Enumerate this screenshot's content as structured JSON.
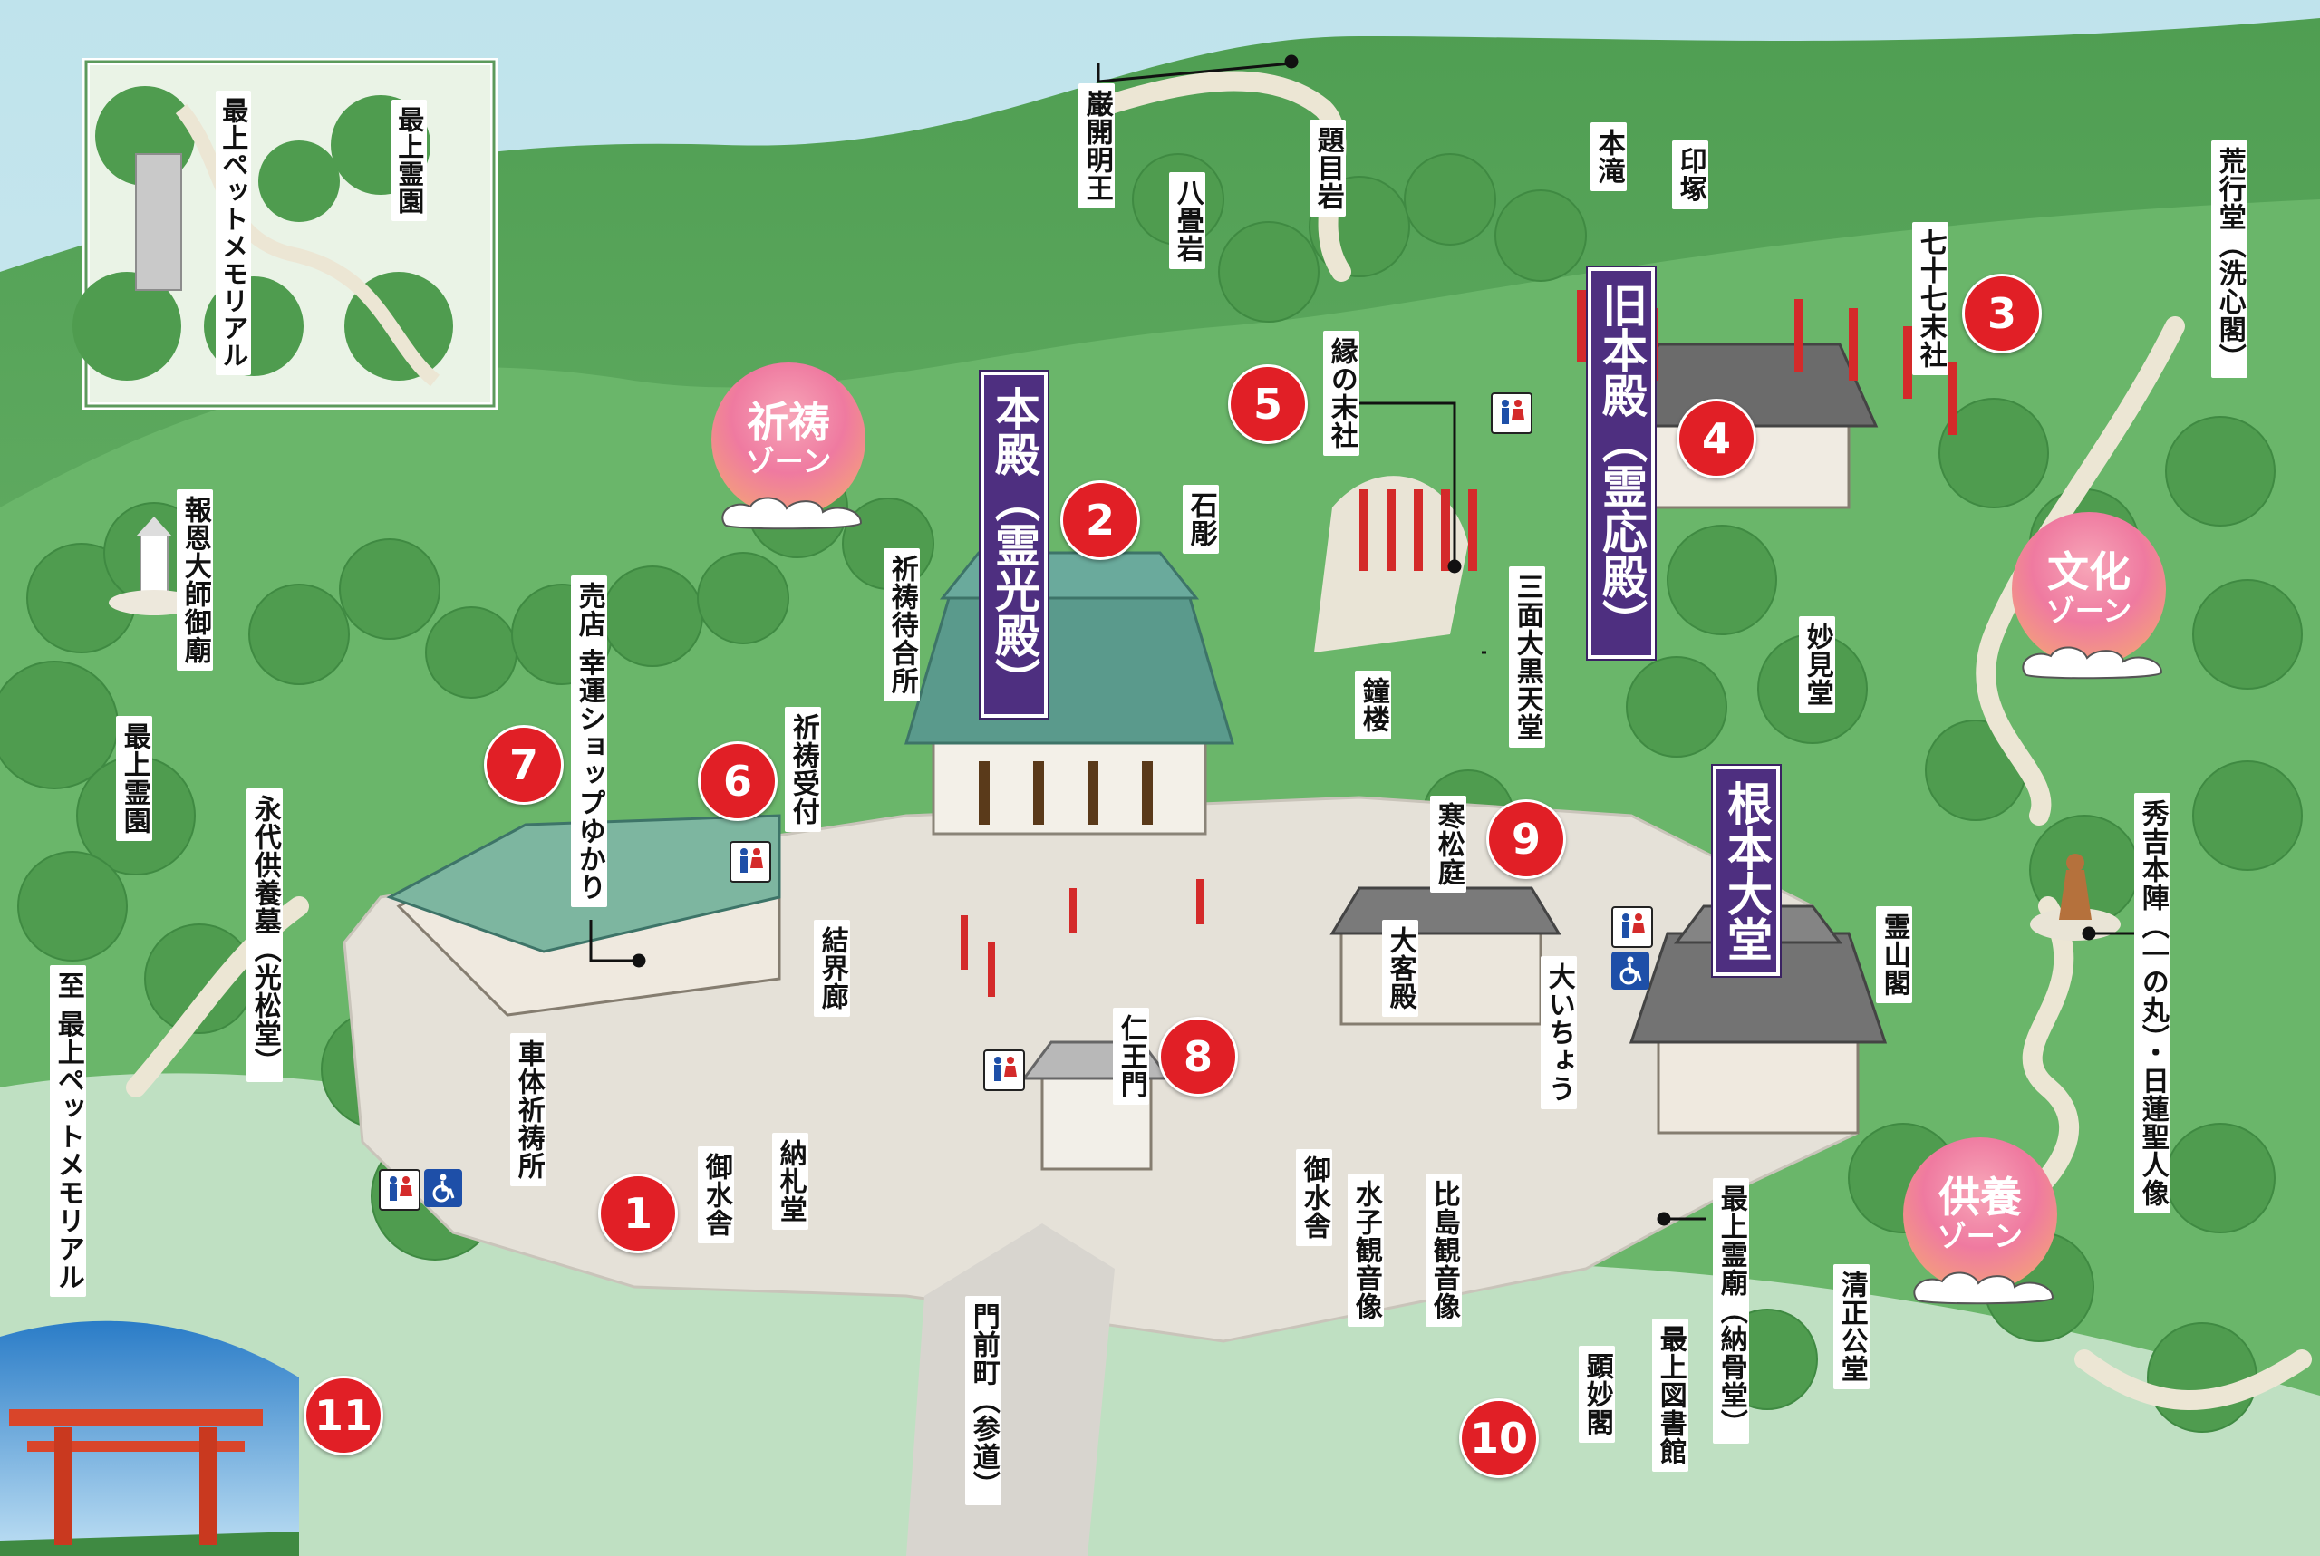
{
  "map": {
    "labels": {
      "ganbiraki": "巌開明王",
      "hachijo": "八畳岩",
      "daimoku": "題目岩",
      "hontaki": "本滝",
      "inzuka": "印塚",
      "aragyodo": "荒行堂（洗心閣）",
      "nanajushichi": "七十七末社",
      "enno": "縁の末社",
      "sekicho": "石彫",
      "kito_machi": "祈祷待合所",
      "baiten": "売店 幸運ショップゆかり",
      "kito_uketsuke": "祈祷受付",
      "sanmen": "三面大黒天堂",
      "shoro": "鐘楼",
      "myokendo": "妙見堂",
      "hoon": "報恩大師御廟",
      "saijo_reien_l": "最上霊園",
      "eidai": "永代供養墓（光松堂）",
      "to_pet": "至 最上ペットメモリアル",
      "kekkairo": "結界廊",
      "shatai": "車体祈祷所",
      "omizuya_l": "御水舎",
      "nofuda": "納札堂",
      "niomon": "仁王門",
      "monzen": "門前町（参道）",
      "kanshotei": "寒松庭",
      "ookyakuden": "大客殿",
      "ooicho": "大いちょう",
      "reizankaku": "霊山閣",
      "hideyoshi": "秀吉本陣（一の丸）・日蓮聖人像",
      "omizuya_r": "御水舎",
      "mizuko": "水子観音像",
      "hijima": "比島観音像",
      "saijo_reibyo": "最上霊廟（納骨堂）",
      "saijo_tosho": "最上図書館",
      "kenmyokaku": "顕妙閣",
      "seishokodo": "清正公堂",
      "inset_pet": "最上ペットメモリアル",
      "inset_reien": "最上霊園"
    },
    "big_labels": {
      "honden": "本殿（霊光殿）",
      "kyuhonden": "旧本殿（霊応殿）",
      "konpon": "根本大堂"
    },
    "numbers": [
      "1",
      "2",
      "3",
      "4",
      "5",
      "6",
      "7",
      "8",
      "9",
      "10",
      "11"
    ],
    "zones": {
      "kito": {
        "line1": "祈祷",
        "line2": "ゾーン"
      },
      "bunka": {
        "line1": "文化",
        "line2": "ゾーン"
      },
      "kuyo": {
        "line1": "供養",
        "line2": "ゾーン"
      }
    },
    "colors": {
      "marker_red": "#e11f26",
      "label_purple": "#4e2f80",
      "forest_green": "#5fae5a",
      "roof_green": "#5a9a8c",
      "path_beige": "#e8e1cf"
    },
    "icons": [
      "restroom-icon",
      "wheelchair-icon",
      "torii-photo-icon"
    ]
  }
}
